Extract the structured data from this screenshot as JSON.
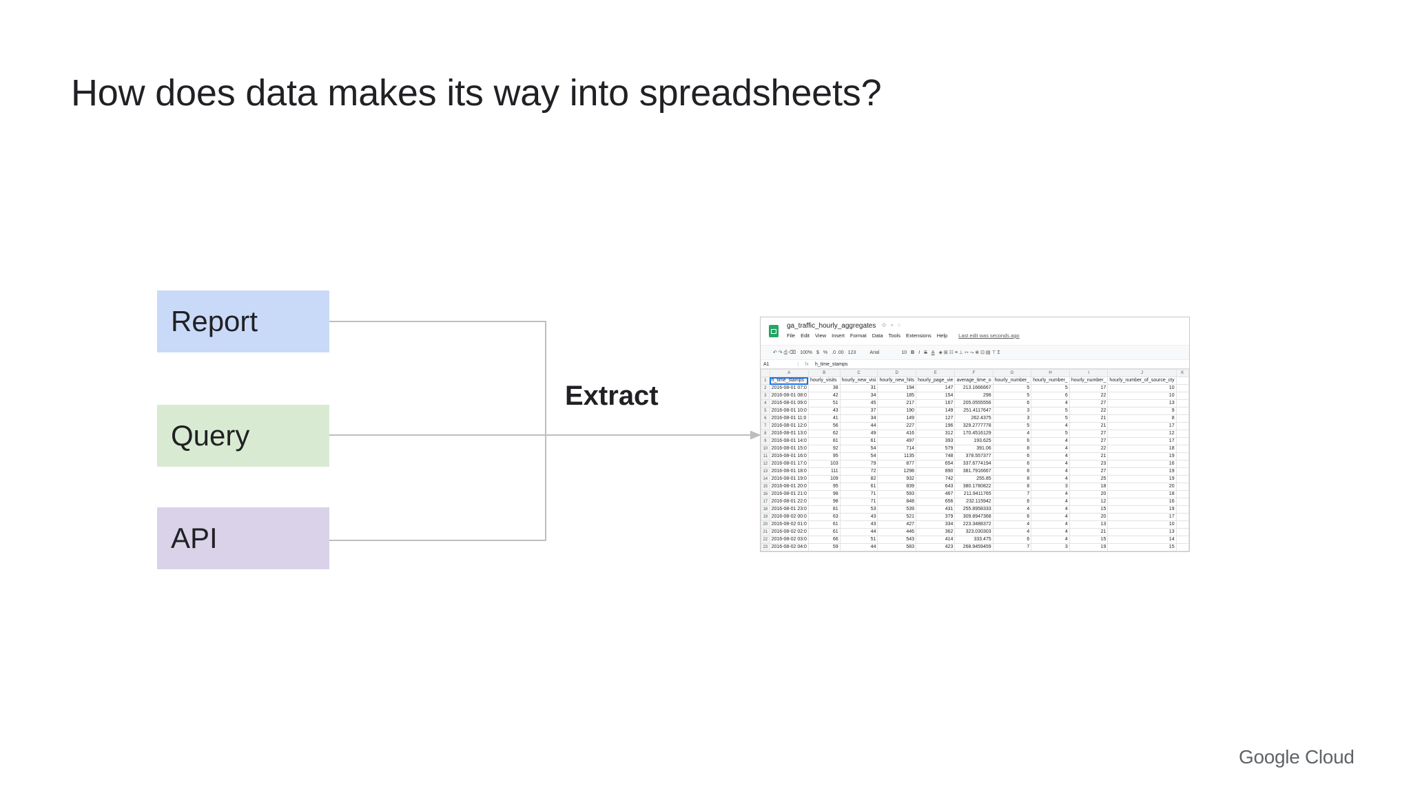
{
  "title": "How does data makes its way into spreadsheets?",
  "sources": [
    {
      "label": "Report",
      "color": "#c9daf8"
    },
    {
      "label": "Query",
      "color": "#d9ead3"
    },
    {
      "label": "API",
      "color": "#d9d2e9"
    }
  ],
  "connector_label": "Extract",
  "connector_color": "#bdbdbd",
  "spreadsheet": {
    "file_name": "ga_traffic_hourly_aggregates",
    "menu": [
      "File",
      "Edit",
      "View",
      "Insert",
      "Format",
      "Data",
      "Tools",
      "Extensions",
      "Help"
    ],
    "last_edit": "Last edit was seconds ago",
    "toolbar": {
      "zoom": "100%",
      "currency": "$",
      "percent": "%",
      "decimals": ".0  .00",
      "format": "123",
      "font": "Arial",
      "size": "10",
      "bold": "B",
      "italic": "I",
      "strike": "S",
      "color": "A"
    },
    "cell_ref": "A1",
    "formula": "h_time_stamps",
    "columns": [
      "A",
      "B",
      "C",
      "D",
      "E",
      "F",
      "G",
      "H",
      "I",
      "J",
      "K"
    ],
    "headers": [
      "h_time_stamps",
      "hourly_visits",
      "hourly_new_visi",
      "hourly_new_hits",
      "hourly_page_vie",
      "average_time_o",
      "hourly_number_",
      "hourly_number_",
      "hourly_number_",
      "hourly_number_of_source_cty",
      ""
    ],
    "rows": [
      [
        "2016-08-01 07:0",
        "38",
        "31",
        "194",
        "147",
        "213.1666667",
        "5",
        "5",
        "17",
        "10"
      ],
      [
        "2016-08-01 08:0",
        "42",
        "34",
        "185",
        "154",
        "298",
        "5",
        "6",
        "22",
        "10"
      ],
      [
        "2016-08-01 09:0",
        "51",
        "45",
        "217",
        "167",
        "205.0555556",
        "6",
        "4",
        "27",
        "13"
      ],
      [
        "2016-08-01 10:0",
        "43",
        "37",
        "190",
        "149",
        "251.4117647",
        "3",
        "5",
        "22",
        "9"
      ],
      [
        "2016-08-01 11:0",
        "41",
        "34",
        "149",
        "127",
        "262.4375",
        "3",
        "5",
        "21",
        "8"
      ],
      [
        "2016-08-01 12:0",
        "56",
        "44",
        "227",
        "196",
        "329.2777778",
        "5",
        "4",
        "21",
        "17"
      ],
      [
        "2016-08-01 13:0",
        "62",
        "49",
        "416",
        "312",
        "170.4516129",
        "4",
        "5",
        "27",
        "12"
      ],
      [
        "2016-08-01 14:0",
        "81",
        "61",
        "497",
        "393",
        "193.625",
        "6",
        "4",
        "27",
        "17"
      ],
      [
        "2016-08-01 15:0",
        "92",
        "54",
        "714",
        "579",
        "391.06",
        "8",
        "4",
        "22",
        "18"
      ],
      [
        "2016-08-01 16:0",
        "95",
        "54",
        "1135",
        "748",
        "378.557377",
        "6",
        "4",
        "21",
        "19"
      ],
      [
        "2016-08-01 17:0",
        "103",
        "79",
        "877",
        "654",
        "337.6774194",
        "6",
        "4",
        "23",
        "16"
      ],
      [
        "2016-08-01 18:0",
        "111",
        "72",
        "1298",
        "890",
        "381.7916667",
        "8",
        "4",
        "27",
        "19"
      ],
      [
        "2016-08-01 19:0",
        "109",
        "82",
        "932",
        "742",
        "255.85",
        "8",
        "4",
        "25",
        "19"
      ],
      [
        "2016-08-01 20:0",
        "95",
        "61",
        "839",
        "643",
        "380.1780822",
        "8",
        "3",
        "18",
        "20"
      ],
      [
        "2016-08-01 21:0",
        "98",
        "71",
        "593",
        "467",
        "211.9411765",
        "7",
        "4",
        "20",
        "18"
      ],
      [
        "2016-08-01 22:0",
        "98",
        "71",
        "848",
        "656",
        "232.115942",
        "6",
        "4",
        "12",
        "16"
      ],
      [
        "2016-08-01 23:0",
        "81",
        "53",
        "539",
        "431",
        "255.8958333",
        "4",
        "4",
        "15",
        "19"
      ],
      [
        "2016-08-02 00:0",
        "63",
        "43",
        "521",
        "379",
        "309.8947368",
        "6",
        "4",
        "20",
        "17"
      ],
      [
        "2016-08-02 01:0",
        "61",
        "43",
        "427",
        "334",
        "223.3488372",
        "4",
        "4",
        "13",
        "10"
      ],
      [
        "2016-08-02 02:0",
        "61",
        "44",
        "446",
        "362",
        "323.030303",
        "4",
        "4",
        "21",
        "13"
      ],
      [
        "2016-08-02 03:0",
        "66",
        "51",
        "543",
        "414",
        "333.475",
        "6",
        "4",
        "15",
        "14"
      ],
      [
        "2016-08-02 04:0",
        "59",
        "44",
        "583",
        "423",
        "268.9459459",
        "7",
        "3",
        "19",
        "15"
      ]
    ]
  },
  "brand": "Google Cloud"
}
